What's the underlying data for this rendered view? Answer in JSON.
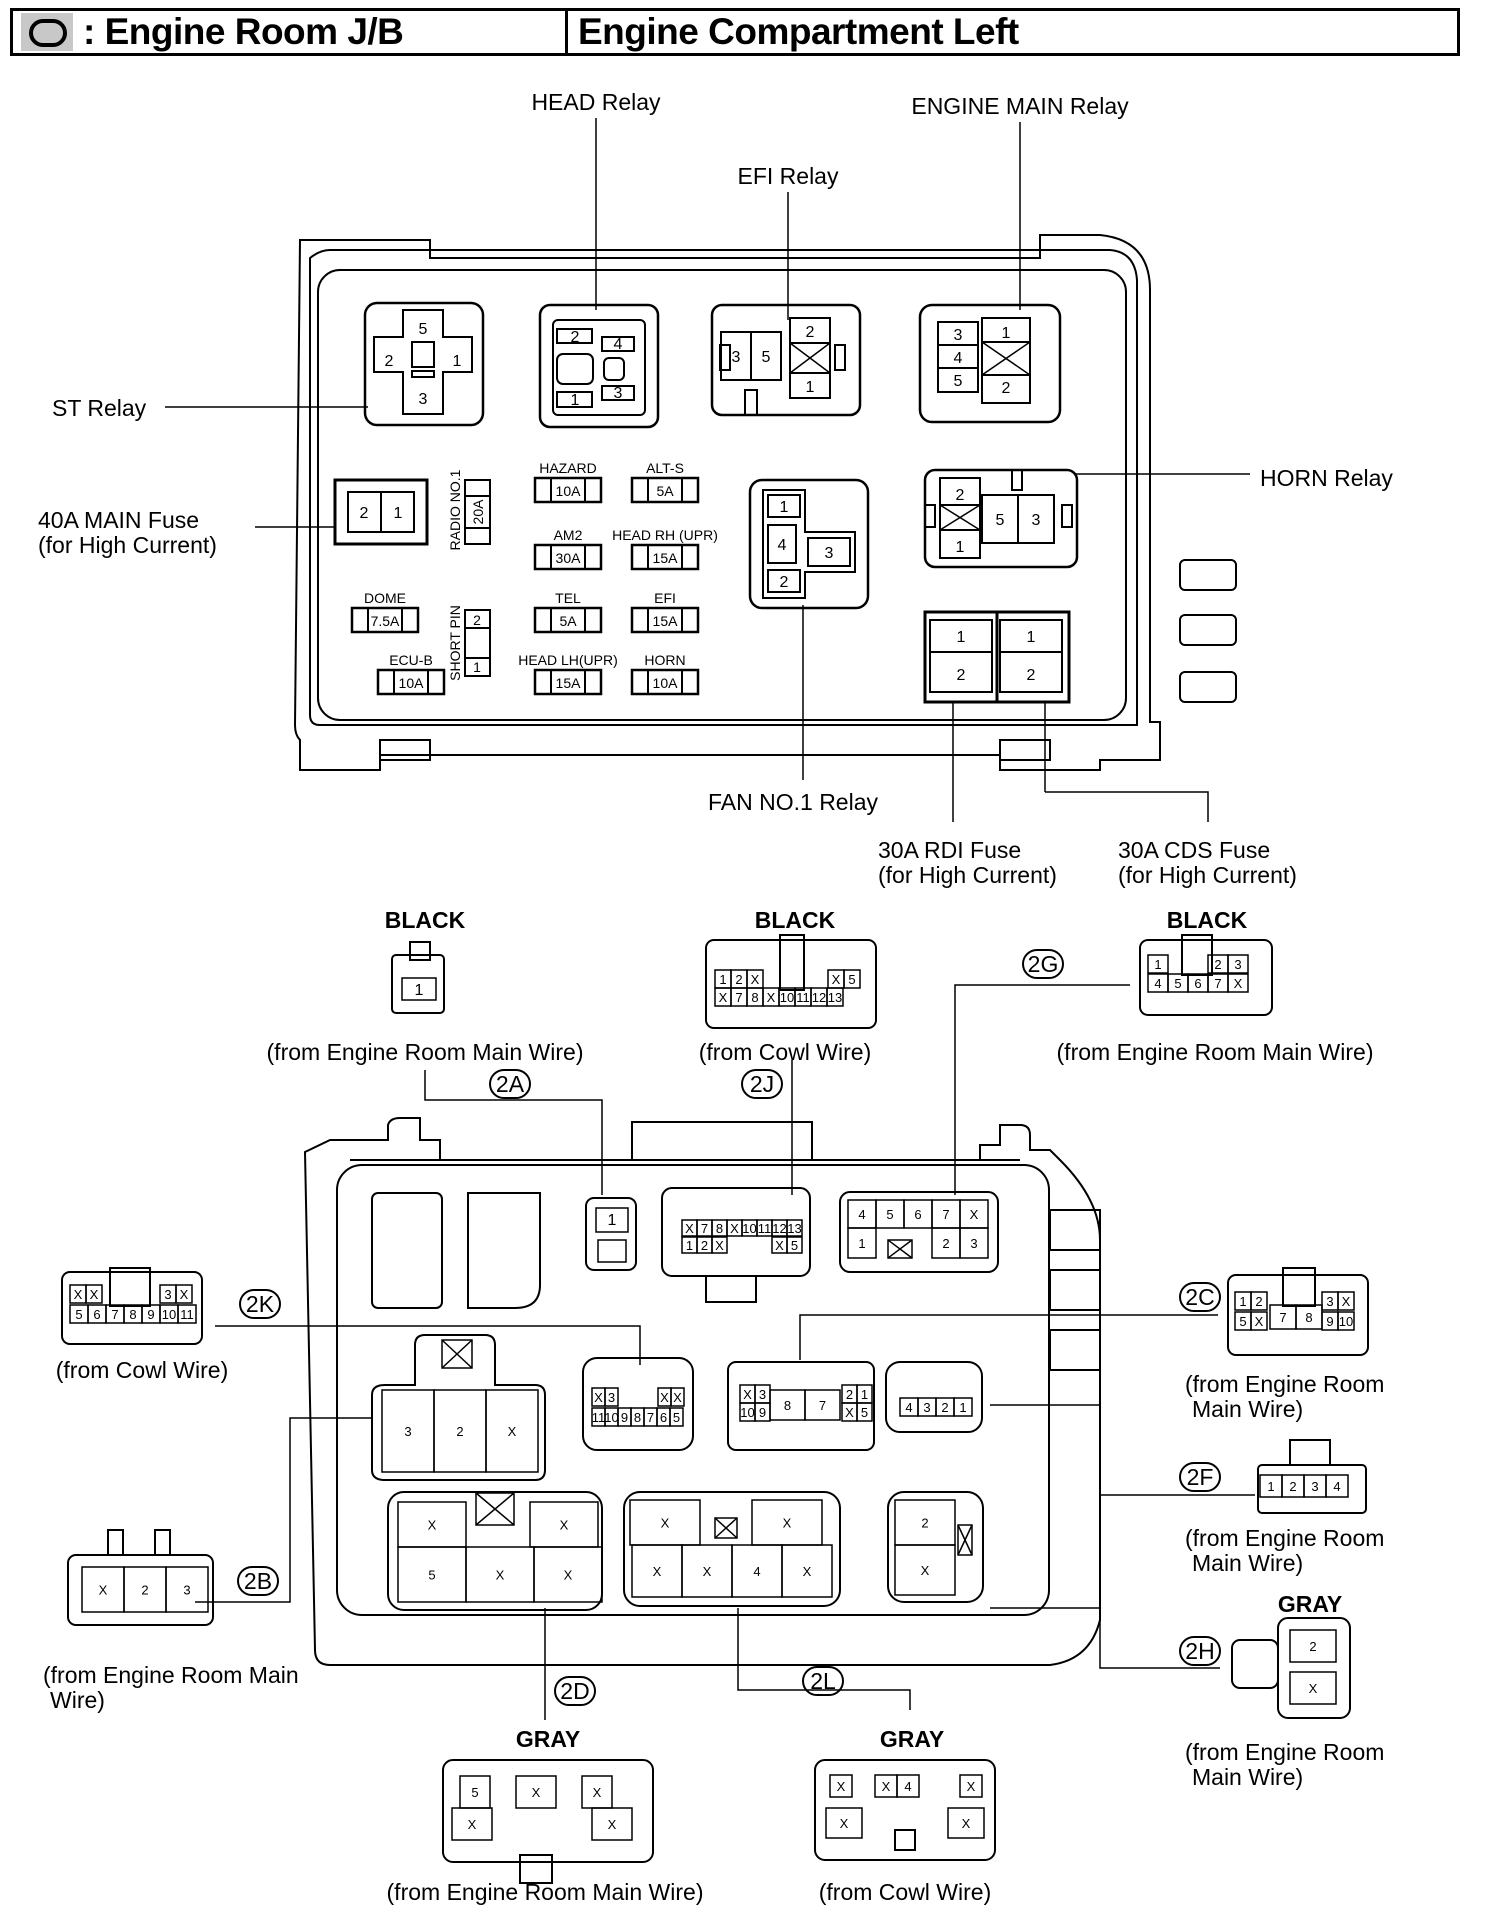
{
  "header": {
    "symbol_icon": "oval-connector-symbol",
    "title": ": Engine Room J/B",
    "location": "Engine Compartment Left"
  },
  "top_diagram": {
    "callouts": {
      "head_relay": "HEAD Relay",
      "engine_main_relay": "ENGINE MAIN Relay",
      "efi_relay": "EFI Relay",
      "st_relay": "ST Relay",
      "horn_relay": "HORN Relay",
      "main_fuse_line1": "40A MAIN Fuse",
      "main_fuse_line2": "(for High Current)",
      "fan_relay": "FAN NO.1 Relay",
      "rdi_fuse_line1": "30A RDI Fuse",
      "rdi_fuse_line2": "(for High Current)",
      "cds_fuse_line1": "30A CDS Fuse",
      "cds_fuse_line2": "(for High Current)"
    },
    "relays": {
      "st": [
        "5",
        "2",
        "1",
        "3"
      ],
      "head": [
        "2",
        "4",
        "1",
        "3"
      ],
      "efi": [
        "3",
        "5",
        "2",
        "1"
      ],
      "engine_main": [
        "3",
        "4",
        "5",
        "1",
        "2"
      ],
      "fan_no1": [
        "1",
        "4",
        "3",
        "2"
      ],
      "horn": [
        "2",
        "1",
        "5",
        "3"
      ]
    },
    "main_fuse_pins": [
      "2",
      "1"
    ],
    "rdi_fuse_pins": [
      "1",
      "2"
    ],
    "cds_fuse_pins": [
      "1",
      "2"
    ],
    "radio_fuse": {
      "name": "RADIO NO.1",
      "rating": "20A"
    },
    "short_pin": {
      "name": "SHORT PIN",
      "pins": [
        "2",
        "1"
      ]
    },
    "fuses": [
      {
        "name": "HAZARD",
        "rating": "10A"
      },
      {
        "name": "ALT-S",
        "rating": "5A"
      },
      {
        "name": "AM2",
        "rating": "30A"
      },
      {
        "name": "HEAD RH (UPR)",
        "rating": "15A"
      },
      {
        "name": "DOME",
        "rating": "7.5A"
      },
      {
        "name": "TEL",
        "rating": "5A"
      },
      {
        "name": "EFI",
        "rating": "15A"
      },
      {
        "name": "ECU-B",
        "rating": "10A"
      },
      {
        "name": "HEAD LH(UPR)",
        "rating": "15A"
      },
      {
        "name": "HORN",
        "rating": "10A"
      }
    ]
  },
  "connectors": {
    "c2A": {
      "code": "2A",
      "color": "BLACK",
      "source": "(from Engine Room Main Wire)",
      "pins": [
        "1"
      ]
    },
    "c2J": {
      "code": "2J",
      "color": "BLACK",
      "source": "(from Cowl Wire)",
      "rows": [
        [
          "1",
          "2",
          "X",
          "X",
          "5"
        ],
        [
          "X",
          "7",
          "8",
          "X",
          "10",
          "11",
          "12",
          "13"
        ]
      ]
    },
    "c2G": {
      "code": "2G",
      "color": "BLACK",
      "source": "(from Engine Room Main Wire)",
      "rows": [
        [
          "1",
          "2",
          "3"
        ],
        [
          "4",
          "5",
          "6",
          "7",
          "X"
        ]
      ]
    },
    "c2K": {
      "code": "2K",
      "source": "(from Cowl Wire)",
      "rows": [
        [
          "X",
          "X",
          "3",
          "X"
        ],
        [
          "5",
          "6",
          "7",
          "8",
          "9",
          "10",
          "11"
        ]
      ]
    },
    "c2C": {
      "code": "2C",
      "source_line1": "(from Engine Room",
      "source_line2": "Main Wire)",
      "rows": [
        [
          "1",
          "2",
          "3",
          "X"
        ],
        [
          "5",
          "X",
          "7",
          "8",
          "9",
          "10"
        ]
      ]
    },
    "c2F": {
      "code": "2F",
      "source_line1": "(from Engine Room",
      "source_line2": "Main Wire)",
      "pins": [
        "1",
        "2",
        "3",
        "4"
      ]
    },
    "c2B": {
      "code": "2B",
      "source_line1": "(from Engine Room Main",
      "source_line2": "Wire)",
      "pins": [
        "X",
        "2",
        "3"
      ]
    },
    "c2H": {
      "code": "2H",
      "color": "GRAY",
      "source_line1": "(from Engine Room",
      "source_line2": "Main Wire)",
      "pins": [
        "2",
        "X"
      ]
    },
    "c2D": {
      "code": "2D",
      "color": "GRAY",
      "source": "(from Engine Room Main Wire)",
      "rows": [
        [
          "5",
          "X",
          "X"
        ],
        [
          "X",
          "X"
        ]
      ]
    },
    "c2L": {
      "code": "2L",
      "color": "GRAY",
      "source": "(from Cowl Wire)",
      "rows": [
        [
          "X",
          "X",
          "4",
          "X"
        ],
        [
          "X",
          "X"
        ]
      ]
    }
  },
  "jb_sockets": {
    "s2A": [
      "1"
    ],
    "s2J": [
      [
        "X",
        "7",
        "8",
        "X",
        "10",
        "11",
        "12",
        "13"
      ],
      [
        "1",
        "2",
        "X",
        "X",
        "5"
      ]
    ],
    "s2G": [
      [
        "4",
        "5",
        "6",
        "7",
        "X"
      ],
      [
        "1",
        "2",
        "3"
      ]
    ],
    "s2B": [
      "3",
      "2",
      "X"
    ],
    "s2K": [
      [
        "X",
        "3",
        "X",
        "X"
      ],
      [
        "11",
        "10",
        "9",
        "8",
        "7",
        "6",
        "5"
      ]
    ],
    "s2C": [
      [
        "X",
        "3",
        "2",
        "1"
      ],
      [
        "10",
        "9",
        "8",
        "7",
        "X",
        "5"
      ]
    ],
    "s2F": [
      "4",
      "3",
      "2",
      "1"
    ],
    "s2D": [
      [
        "X",
        "X"
      ],
      [
        "5",
        "X",
        "X"
      ]
    ],
    "s2L": [
      [
        "X",
        "X"
      ],
      [
        "X",
        "X",
        "4",
        "X"
      ]
    ],
    "s2H": [
      "2",
      "X"
    ]
  }
}
